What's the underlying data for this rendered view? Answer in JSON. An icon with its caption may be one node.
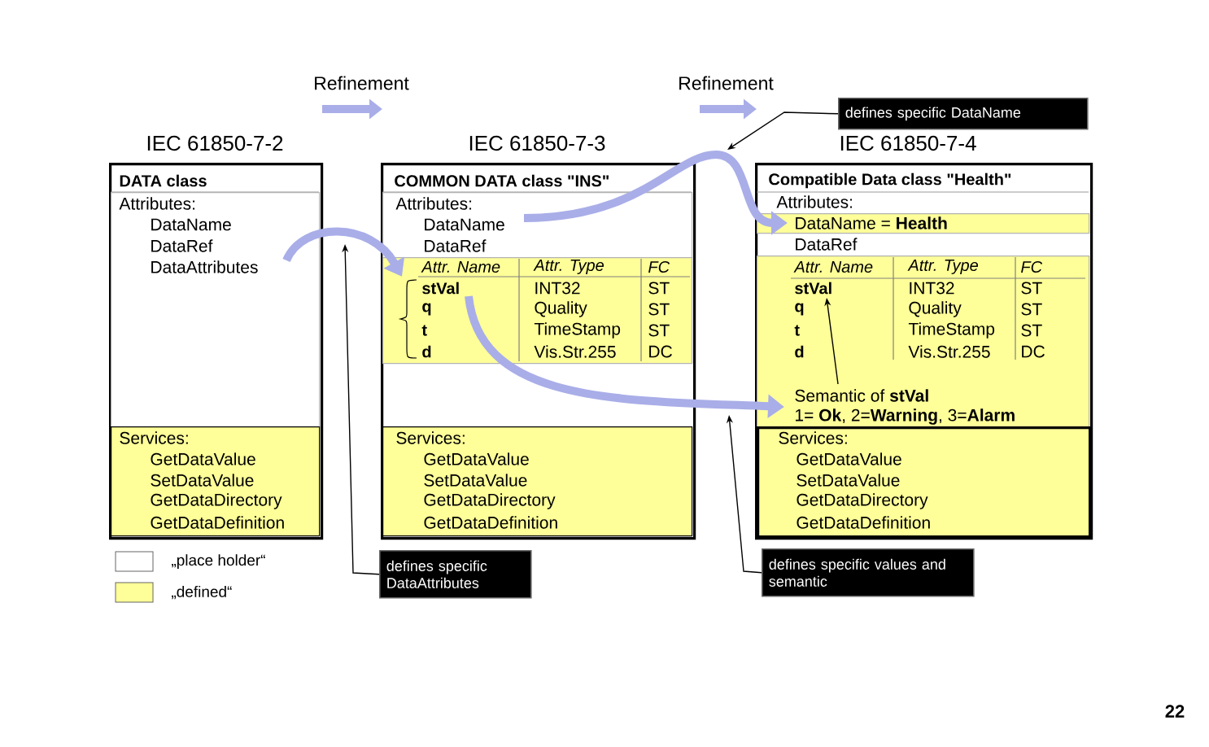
{
  "diagram": {
    "nodes": [
      {
        "text": [
          "IEC 61850-7-2",
          "DATA class"
        ]
      },
      {
        "text": [
          "Attributes:",
          "DataName",
          "DataRef",
          "DataAttributes"
        ],
        "in": 0
      },
      {
        "text": [
          "Services:",
          "GetDataValue",
          "SetDataValue",
          "GetDataDirectory",
          "GetDataDefinition"
        ],
        "in": 0
      },
      {
        "text": [
          "IEC 61850-7-3",
          "COMMON DATA class \"INS\""
        ]
      },
      {
        "text": [
          "Attributes:",
          "DataName",
          "DataRef"
        ],
        "in": 3
      },
      {
        "text": [
          "Attr. Name",
          "Attr. Type",
          "FC",
          "stVal",
          "INT32",
          "ST",
          "q",
          "Quality",
          "ST",
          "t",
          "TimeStamp",
          "ST",
          "d",
          "Vis.Str.255",
          "DC"
        ],
        "in": 3
      },
      {
        "text": [
          "Services:",
          "GetDataValue",
          "SetDataValue",
          "GetDataDirectory",
          "GetDataDefinition"
        ],
        "in": 3
      },
      {
        "text": [
          "IEC 61850-7-4",
          "Compatible Data class \"Health\"",
          "Attributes:",
          "DataRef"
        ]
      },
      {
        "text": [
          "DataName = **Health**"
        ],
        "in": 7
      },
      {
        "text": [
          "Attr. Name",
          "Attr. Type",
          "FC",
          "stVal",
          "INT32",
          "ST",
          "q",
          "Quality",
          "ST",
          "t",
          "TimeStamp",
          "ST",
          "d",
          "Vis.Str.255",
          "DC"
        ],
        "in": 7
      },
      {
        "text": [
          "Semantic of **stVal**",
          "1= **Ok**, 2=**Warning**, 3=**Alarm**"
        ],
        "in": 9
      },
      {
        "text": [
          "Services:",
          "GetDataValue",
          "SetDataValue",
          "GetDataDirectory",
          "GetDataDefinition"
        ],
        "in": 7
      },
      {
        "text": [
          "defines specific DataName"
        ]
      },
      {
        "text": [
          "defines specific DataAttributes"
        ]
      },
      {
        "text": [
          "defines specific values and semantic"
        ]
      }
    ],
    "edges": [
      {
        "from": 1,
        "to": 5,
        "arrow": "to",
        "style": "thick",
        "color": "#a9aee8"
      },
      {
        "from": 4,
        "to": 8,
        "arrow": "to",
        "style": "thick",
        "color": "#a9aee8"
      },
      {
        "from": 5,
        "to": 10,
        "arrow": "to",
        "style": "thick",
        "color": "#a9aee8"
      },
      {
        "from": 10,
        "to": 9,
        "arrow": "to"
      },
      {
        "from": 12,
        "to": null,
        "arrow": "to"
      },
      {
        "from": 13,
        "to": null,
        "arrow": "to"
      },
      {
        "from": 14,
        "to": null,
        "arrow": "to"
      }
    ],
    "labels": [
      "Refinement",
      "Refinement",
      "22"
    ],
    "legend": [
      {
        "text": "„place holder“"
      },
      {
        "text": "„defined“",
        "color": "#ffff99"
      }
    ]
  }
}
